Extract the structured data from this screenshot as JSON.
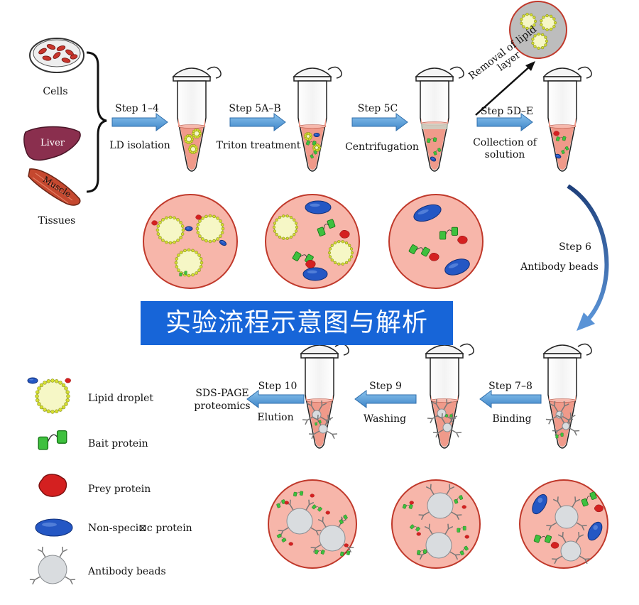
{
  "banner": "实验流程示意图与解析",
  "labels": {
    "cells": "Cells",
    "tissues": "Tissues",
    "liver": "Liver",
    "muscle": "Muscle",
    "removal": "Removal of lipid layer",
    "sds_line1": "SDS-PAGE",
    "sds_line2": "proteomics"
  },
  "steps": [
    {
      "step": "Step 1–4",
      "caption": "LD isolation"
    },
    {
      "step": "Step 5A–B",
      "caption": "Triton treatment"
    },
    {
      "step": "Step 5C",
      "caption": "Centrifugation"
    },
    {
      "step": "Step 5D–E",
      "caption_line1": "Collection of",
      "caption_line2": "solution"
    },
    {
      "step": "Step 6",
      "caption": "Antibody beads"
    },
    {
      "step": "Step 7–8",
      "caption": "Binding"
    },
    {
      "step": "Step 9",
      "caption": "Washing"
    },
    {
      "step": "Step 10",
      "caption": "Elution"
    }
  ],
  "legend": [
    {
      "label": "Lipid droplet",
      "icon": "lipid-droplet-icon"
    },
    {
      "label": "Bait protein",
      "icon": "bait-protein-icon"
    },
    {
      "label": "Prey protein",
      "icon": "prey-protein-icon"
    },
    {
      "label": "Non-speci⊠c protein",
      "icon": "non-specific-protein-icon"
    },
    {
      "label": "Antibody beads",
      "icon": "antibody-bead-icon"
    }
  ],
  "colors": {
    "arrow": "#4f9bd8",
    "liquid": "#f09a8a",
    "circle_fill": "#f7b6aa",
    "circle_stroke": "#c0392b",
    "banner": "#1765d8",
    "bait": "#3ec03e",
    "prey": "#d42020",
    "nonspecific": "#2457c4",
    "lipid": "#f6f7c6",
    "bead": "#d9dcdf"
  }
}
